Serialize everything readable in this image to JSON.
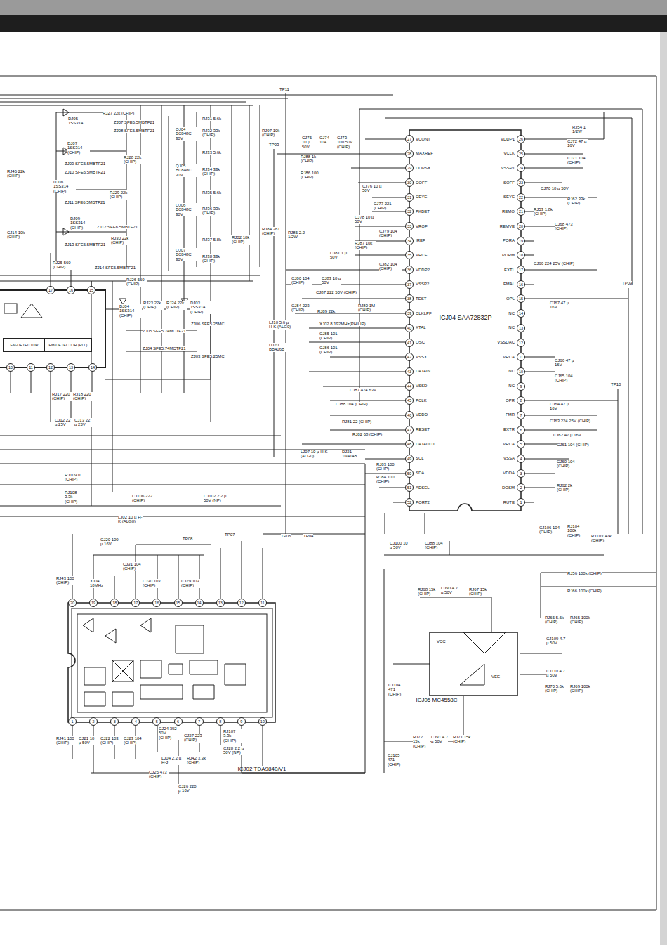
{
  "diagram": {
    "nodes": [
      {
        "text": [
          "ICJ04 SAA72832P"
        ]
      },
      {
        "text": [
          "ICJ02 TDA9840/V1"
        ]
      },
      {
        "text": [
          "ICJ05 MC4558C"
        ]
      },
      {
        "text": [
          "FM-DETECTOR"
        ]
      },
      {
        "text": [
          "FM-DETECTOR (PLL)"
        ]
      }
    ],
    "labels": [
      "27",
      "VCONT",
      "28",
      "MAXREF",
      "29",
      "DOPSX",
      "30",
      "COFF",
      "31",
      "CEYE",
      "32",
      "PKDET",
      "33",
      "VROF",
      "34",
      "IREF",
      "35",
      "VRCF",
      "36",
      "VDDP2",
      "37",
      "VSSP2",
      "38",
      "TEST",
      "39",
      "CLKLPF",
      "40",
      "XTAL",
      "41",
      "OSC",
      "42",
      "VSSX",
      "43",
      "DATAIN",
      "44",
      "VSSD",
      "45",
      "PCLK",
      "46",
      "VDDD",
      "47",
      "RESET",
      "48",
      "DATAOUT",
      "49",
      "SCL",
      "50",
      "SDA",
      "51",
      "ADSEL",
      "52",
      "PORT2",
      "26",
      "VDDP1",
      "25",
      "VCLK",
      "24",
      "VSSP1",
      "23",
      "SOFF",
      "22",
      "SEYE",
      "21",
      "REMO",
      "20",
      "REMVE",
      "19",
      "PORA",
      "18",
      "PORM",
      "17",
      "EXTL",
      "16",
      "FMAL",
      "15",
      "OPL",
      "14",
      "NC",
      "13",
      "NC",
      "12",
      "VSSDAC",
      "11",
      "VRCA",
      "10",
      "NC",
      "9",
      "NC",
      "8",
      "OPR",
      "7",
      "FMR",
      "6",
      "EXTR",
      "5",
      "VRCA",
      "4",
      "VSSA",
      "3",
      "VDDA",
      "2",
      "DOSM",
      "1",
      "RUTE",
      "20",
      "19",
      "18",
      "17",
      "16",
      "15",
      "14",
      "13",
      "12",
      "11",
      "1",
      "2",
      "3",
      "4",
      "5",
      "6",
      "7",
      "8",
      "9",
      "10",
      "17",
      "16",
      "15",
      "10",
      "11",
      "12",
      "13",
      "14",
      "TP11",
      "TP03",
      "RJ07 10k (CHIP)",
      "CJ75 10 µ 50V",
      "CJ74 104",
      "CJ73 100 50V (CHIP)",
      "RJ88 1k (CHIP)",
      "RJ86 100 (CHIP)",
      "CJ76 10 µ 50V",
      "CJ77 221 (CHIP)",
      "CJ78 10 µ 50V",
      "CJ79 104 (CHIP)",
      "RJ87 10k (CHIP)",
      "CJ81 1 µ 50V",
      "CJ82 104 (CHIP)",
      "RJ84 261 (CHIP)",
      "RJ85 2.2 1/2W",
      "CJ80 104 (CHIP)",
      "CJ83 10 µ 50V",
      "CJ87 222 50V (CHIP)",
      "CJ84 223 (CHIP)",
      "RJ89 22k",
      "RJ80 1M (CHIP)",
      "LJ10 5.6 µ H-K (ALG0)",
      "XJ02 8.192MHz(PHILIP)",
      "DJ20 BB406B",
      "CJ85 101 (CHIP)",
      "CJ86 101 (CHIP)",
      "CJ87 474 63V",
      "CJ88 104 (CHIP)",
      "RJ81 22 (CHIP)",
      "RJ82 68 (CHIP)",
      "LJ07 10 µ H-K (ALG0)",
      "DJ21 1N4148",
      "RJ83 100 (CHIP)",
      "RJ84 100 (CHIP)",
      "CJ100 10 µ 50V",
      "CJ88 104 (CHIP)",
      "TP06",
      "TP04",
      "TP08",
      "TP07",
      "RJ54 1 1/2W",
      "CJ72 47 µ 16V",
      "CJ71 104 (CHIP)",
      "CJ70 10 µ 50V",
      "RJ62 33k (CHIP)",
      "RJ53 1.8k (CHIP)",
      "CJ68 473 (CHIP)",
      "CJ66 224 25V (CHIP)",
      "TP09",
      "CJ67 47 µ 16V",
      "CJ66 47 µ 16V",
      "CJ65 104 (CHIP)",
      "TP10",
      "CJ64 47 µ 16V",
      "CJ63 224 25V (CHIP)",
      "CJ62 47 µ 16V",
      "CJ61 104 (CHIP)",
      "CJ60 104 (CHIP)",
      "RJ62 2k (CHIP)",
      "CJ106 104 (CHIP)",
      "RJ104 100k (CHIP)",
      "RJ103 47k (CHIP)",
      "RJ56 100k (CHIP)",
      "RJ66 100k (CHIP)",
      "RJ68 15k (CHIP)",
      "CJ90 4.7 µ 50V",
      "RJ67 15k (CHIP)",
      "RJ65 5.6k (CHIP)",
      "RJ65 100k (CHIP)",
      "CJ109 4.7 µ 50V",
      "CJ110 4.7 µ 50V",
      "RJ70 5.6k (CHIP)",
      "RJ69 100k (CHIP)",
      "CJ104 471 (CHIP)",
      "RJ72 15k (CHIP)",
      "CJ91 4.7 µ 50V",
      "RJ71 15k (CHIP)",
      "CJ105 471 (CHIP)",
      "VCC",
      "VEE",
      "CJ20 100 µ 16V",
      "CJ31 104 (CHIP)",
      "CJ30 103 (CHIP)",
      "CJ29 103 (CHIP)",
      "RJ43 100 (CHIP)",
      "XJ04 10MHz",
      "LJ02 10 µ H-K (ALG0)",
      "CJ106 222 (CHIP)",
      "CJ102 2.2 µ 50V (NP)",
      "RJ109 0 (CHIP)",
      "RJ108 3.3k (CHIP)",
      "RJ41 100 (CHIP)",
      "CJ21 10 µ 50V",
      "CJ22 103 (CHIP)",
      "CJ23 104 (CHIP)",
      "CJ24 392 50V (CHIP)",
      "CJ27 223 (CHIP)",
      "RJ107 3.3k (CHIP)",
      "CJ28 2.2 µ 50V (NP)",
      "LJ04 2.2 µ H-J",
      "RJ42 3.3k (CHIP)",
      "CJ25 473 (CHIP)",
      "CJ26 220 µ 16V",
      "DJ05 1SS314",
      "RJ27 22k (CHIP)",
      "ZJ07 SFE6.5MBTF21",
      "ZJ08 SFE6.5MBTF21",
      "RJ31 5.6k",
      "QJ04 BC848C 30V",
      "RJ32 33k (CHIP)",
      "DJ07 1SS314 (CHIP)",
      "ZJ09 SFE6.5MBTF21",
      "ZJ10 SFE6.5MBTF21",
      "RJ28 22k (CHIP)",
      "QJ05 BC848C 30V",
      "RJ33 5.6k",
      "RJ34 33k (CHIP)",
      "DJ08 1SS314 (CHIP)",
      "ZJ11 SFE6.5MBTF21",
      "RJ29 22k (CHIP)",
      "QJ06 BC848C 30V",
      "RJ35 5.6k",
      "RJ36 33k (CHIP)",
      "DJ09 1SS314 (CHIP)",
      "ZJ12 SFE6.5MBTF21",
      "ZJ13 SFE6.5MBTF21",
      "RJ30 22k (CHIP)",
      "ZJ14 SFE6.5MBTF21",
      "QJ07 BC848C 30V",
      "RJ37 5.8k",
      "RJ38 33k (CHIP)",
      "RJ02 10k (CHIP)",
      "RJ25 560 (CHIP)",
      "RJ46 22k (CHIP)",
      "CJ14 10k (CHIP)",
      "RJ26 560 (CHIP)",
      "DJ04 1SS314 (CHIP)",
      "RJ23 22k (CHIP)",
      "RJ24 22k (CHIP)",
      "DJ03 1SS314 (CHIP)",
      "ZJ05 SFE5.74MCTF21",
      "ZJ04 SFE5.74MCTF21",
      "ZJ06 SFE5.25MC",
      "ZJ03 SFE5.25MC",
      "RJ17 220 (CHIP)",
      "RJ18 220 (CHIP)",
      "CJ12 22 µ 25V",
      "CJ13 22 µ 25V"
    ]
  }
}
